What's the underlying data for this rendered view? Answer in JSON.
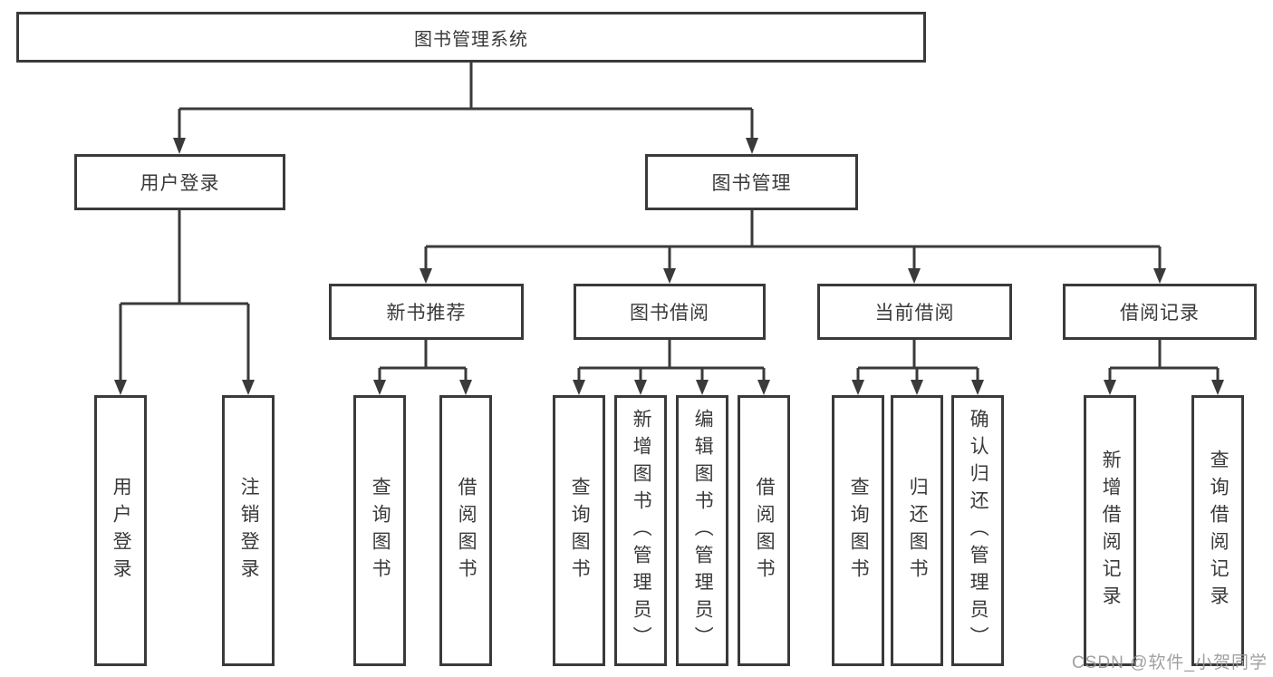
{
  "title": {
    "label": "图书管理系统"
  },
  "level2": {
    "user_login": "用户登录",
    "book_mgmt": "图书管理"
  },
  "level3": {
    "new_book": "新书推荐",
    "book_borrow": "图书借阅",
    "current_borrow": "当前借阅",
    "borrow_record": "借阅记录"
  },
  "leaves": {
    "user_login": [
      "用户登录",
      "注销登录"
    ],
    "new_book": [
      "查询图书",
      "借阅图书"
    ],
    "book_borrow": [
      "查询图书",
      "新增图书（管理员）",
      "编辑图书（管理员）",
      "借阅图书"
    ],
    "current_borrow": [
      "查询图书",
      "归还图书",
      "确认归还（管理员）"
    ],
    "borrow_record": [
      "新增借阅记录",
      "查询借阅记录"
    ]
  },
  "watermark": "CSDN @软件_小贺同学",
  "colors": {
    "line": "#3a3a3a",
    "text": "#3a3a3a",
    "box_background": "#ffffff",
    "watermark": "#989898",
    "background": "#ffffff"
  }
}
